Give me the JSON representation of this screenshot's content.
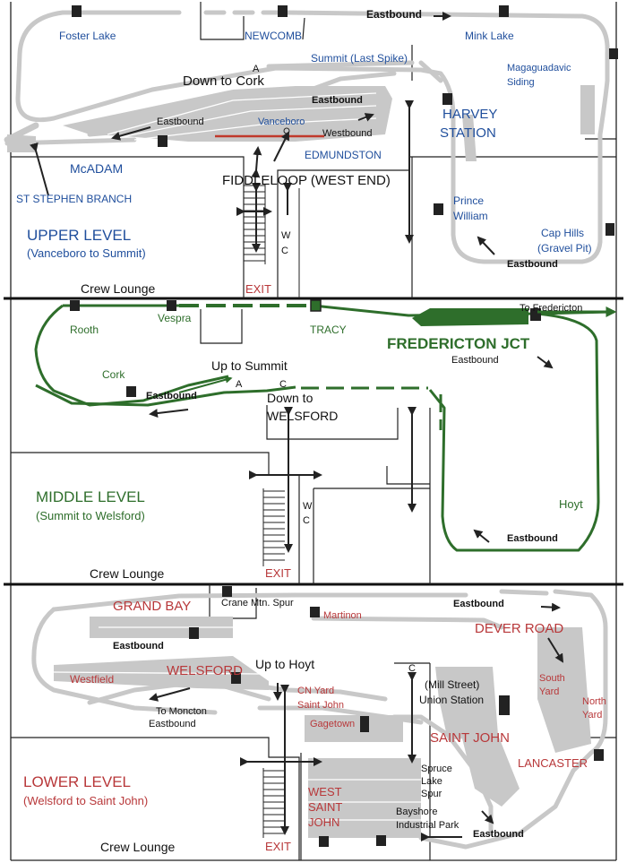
{
  "colors": {
    "upper": "#1f4e9c",
    "middle": "#2e6e2b",
    "lower": "#b8383a",
    "track": "#c8c8c8",
    "structure": "#222222"
  },
  "upper": {
    "foster_lake": "Foster Lake",
    "newcomb": "NEWCOMB",
    "eastbound_top": "Eastbound",
    "mink_lake": "Mink Lake",
    "summit": "Summit (Last Spike)",
    "a": "A",
    "down_to_cork": "Down to Cork",
    "magaguadavic": "Magaguadavic",
    "siding": "Siding",
    "eastbound_center": "Eastbound",
    "harvey": "HARVEY",
    "station": "STATION",
    "eastbound_left": "Eastbound",
    "vanceboro": "Vanceboro",
    "westbound": "Westbound",
    "edmundston": "EDMUNDSTON",
    "mcadam": "McADAM",
    "fiddleloop": "FIDDLELOOP (WEST END)",
    "st_stephen": "ST STEPHEN BRANCH",
    "prince": "Prince",
    "william": "William",
    "level_title": "UPPER LEVEL",
    "level_range": "(Vanceboro to Summit)",
    "w": "W",
    "c": "C",
    "cap_hills": "Cap Hills",
    "gravel_pit": "(Gravel Pit)",
    "eastbound_right": "Eastbound",
    "crew_lounge": "Crew Lounge",
    "exit": "EXIT"
  },
  "middle": {
    "rooth": "Rooth",
    "vespra": "Vespra",
    "tracy": "TRACY",
    "to_fredericton": "To Fredericton",
    "fredericton_jct": "FREDERICTON JCT",
    "eastbound_right": "Eastbound",
    "cork": "Cork",
    "up_to_summit": "Up to Summit",
    "eastbound_left": "Eastbound",
    "a": "A",
    "c_mark": "C",
    "down_to": "Down to",
    "welsford": "WELSFORD",
    "level_title": "MIDDLE LEVEL",
    "level_range": "(Summit to Welsford)",
    "w": "W",
    "c": "C",
    "hoyt": "Hoyt",
    "eastbound_bottom": "Eastbound",
    "crew_lounge": "Crew Lounge",
    "exit": "EXIT"
  },
  "lower": {
    "grand_bay": "GRAND BAY",
    "crane_mtn": "Crane Mtn. Spur",
    "martinon": "Martinon",
    "eastbound_top": "Eastbound",
    "dever_road": "DEVER ROAD",
    "eastbound_left": "Eastbound",
    "westfield": "Westfield",
    "welsford": "WELSFORD",
    "up_to_hoyt": "Up to Hoyt",
    "c_mark": "C",
    "mill_street": "(Mill Street)",
    "union_station": "Union Station",
    "cn_yard": "CN Yard",
    "saint_john_small": "Saint John",
    "south": "South",
    "yard_south": "Yard",
    "north": "North",
    "yard_north": "Yard",
    "to_moncton": "To Moncton",
    "eastbound_moncton": "Eastbound",
    "gagetown": "Gagetown",
    "saint_john": "SAINT JOHN",
    "lancaster": "LANCASTER",
    "level_title": "LOWER LEVEL",
    "level_range": "(Welsford  to Saint John)",
    "west": "WEST",
    "saint": "SAINT",
    "john": "JOHN",
    "spruce": "Spruce",
    "lake": "Lake",
    "spur": "Spur",
    "bayshore": "Bayshore",
    "industrial_park": "Industrial Park",
    "eastbound_bottom": "Eastbound",
    "crew_lounge": "Crew Lounge",
    "exit": "EXIT"
  }
}
